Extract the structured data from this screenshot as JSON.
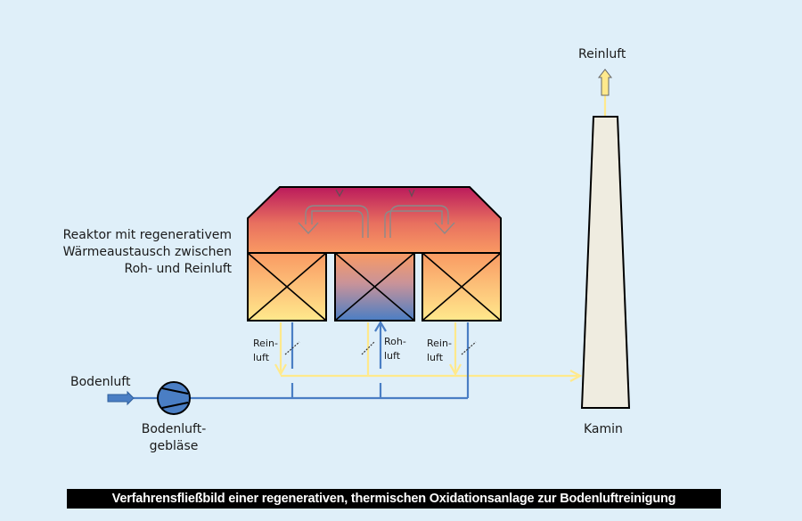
{
  "diagram": {
    "title": "Verfahrensfließbild einer regenerativen, thermischen Oxidationsanlage zur Bodenluftreinigung",
    "labels": {
      "reactor_line1": "Reaktor mit regenerativem",
      "reactor_line2": "Wärmeaustausch zwischen",
      "reactor_line3": "Roh- und Reinluft",
      "inlet": "Bodenluft",
      "blower_line1": "Bodenluft-",
      "blower_line2": "gebläse",
      "stack": "Kamin",
      "outlet": "Reinluft",
      "chamber1_line1": "Rein-",
      "chamber1_line2": "luft",
      "chamber2_line1": "Roh-",
      "chamber2_line2": "luft",
      "chamber3_line1": "Rein-",
      "chamber3_line2": "luft"
    },
    "colors": {
      "background": "#dfeff9",
      "raw_air_line": "#4a7ec4",
      "clean_air_line": "#ffe98c",
      "stack_fill": "#efece0",
      "hot_top": "#bb1a5c",
      "warm": "#f99a63",
      "cool_yellow": "#ffe98c",
      "cold_blue": "#4a7ec4"
    }
  }
}
